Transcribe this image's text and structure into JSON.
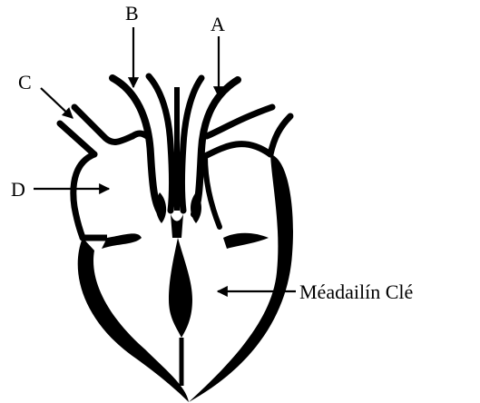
{
  "diagram": {
    "colors": {
      "ink": "#000000",
      "background": "#ffffff"
    },
    "labels": {
      "a": "A",
      "b": "B",
      "c": "C",
      "d": "D",
      "left_ventricle": "Méadailín Clé"
    }
  }
}
